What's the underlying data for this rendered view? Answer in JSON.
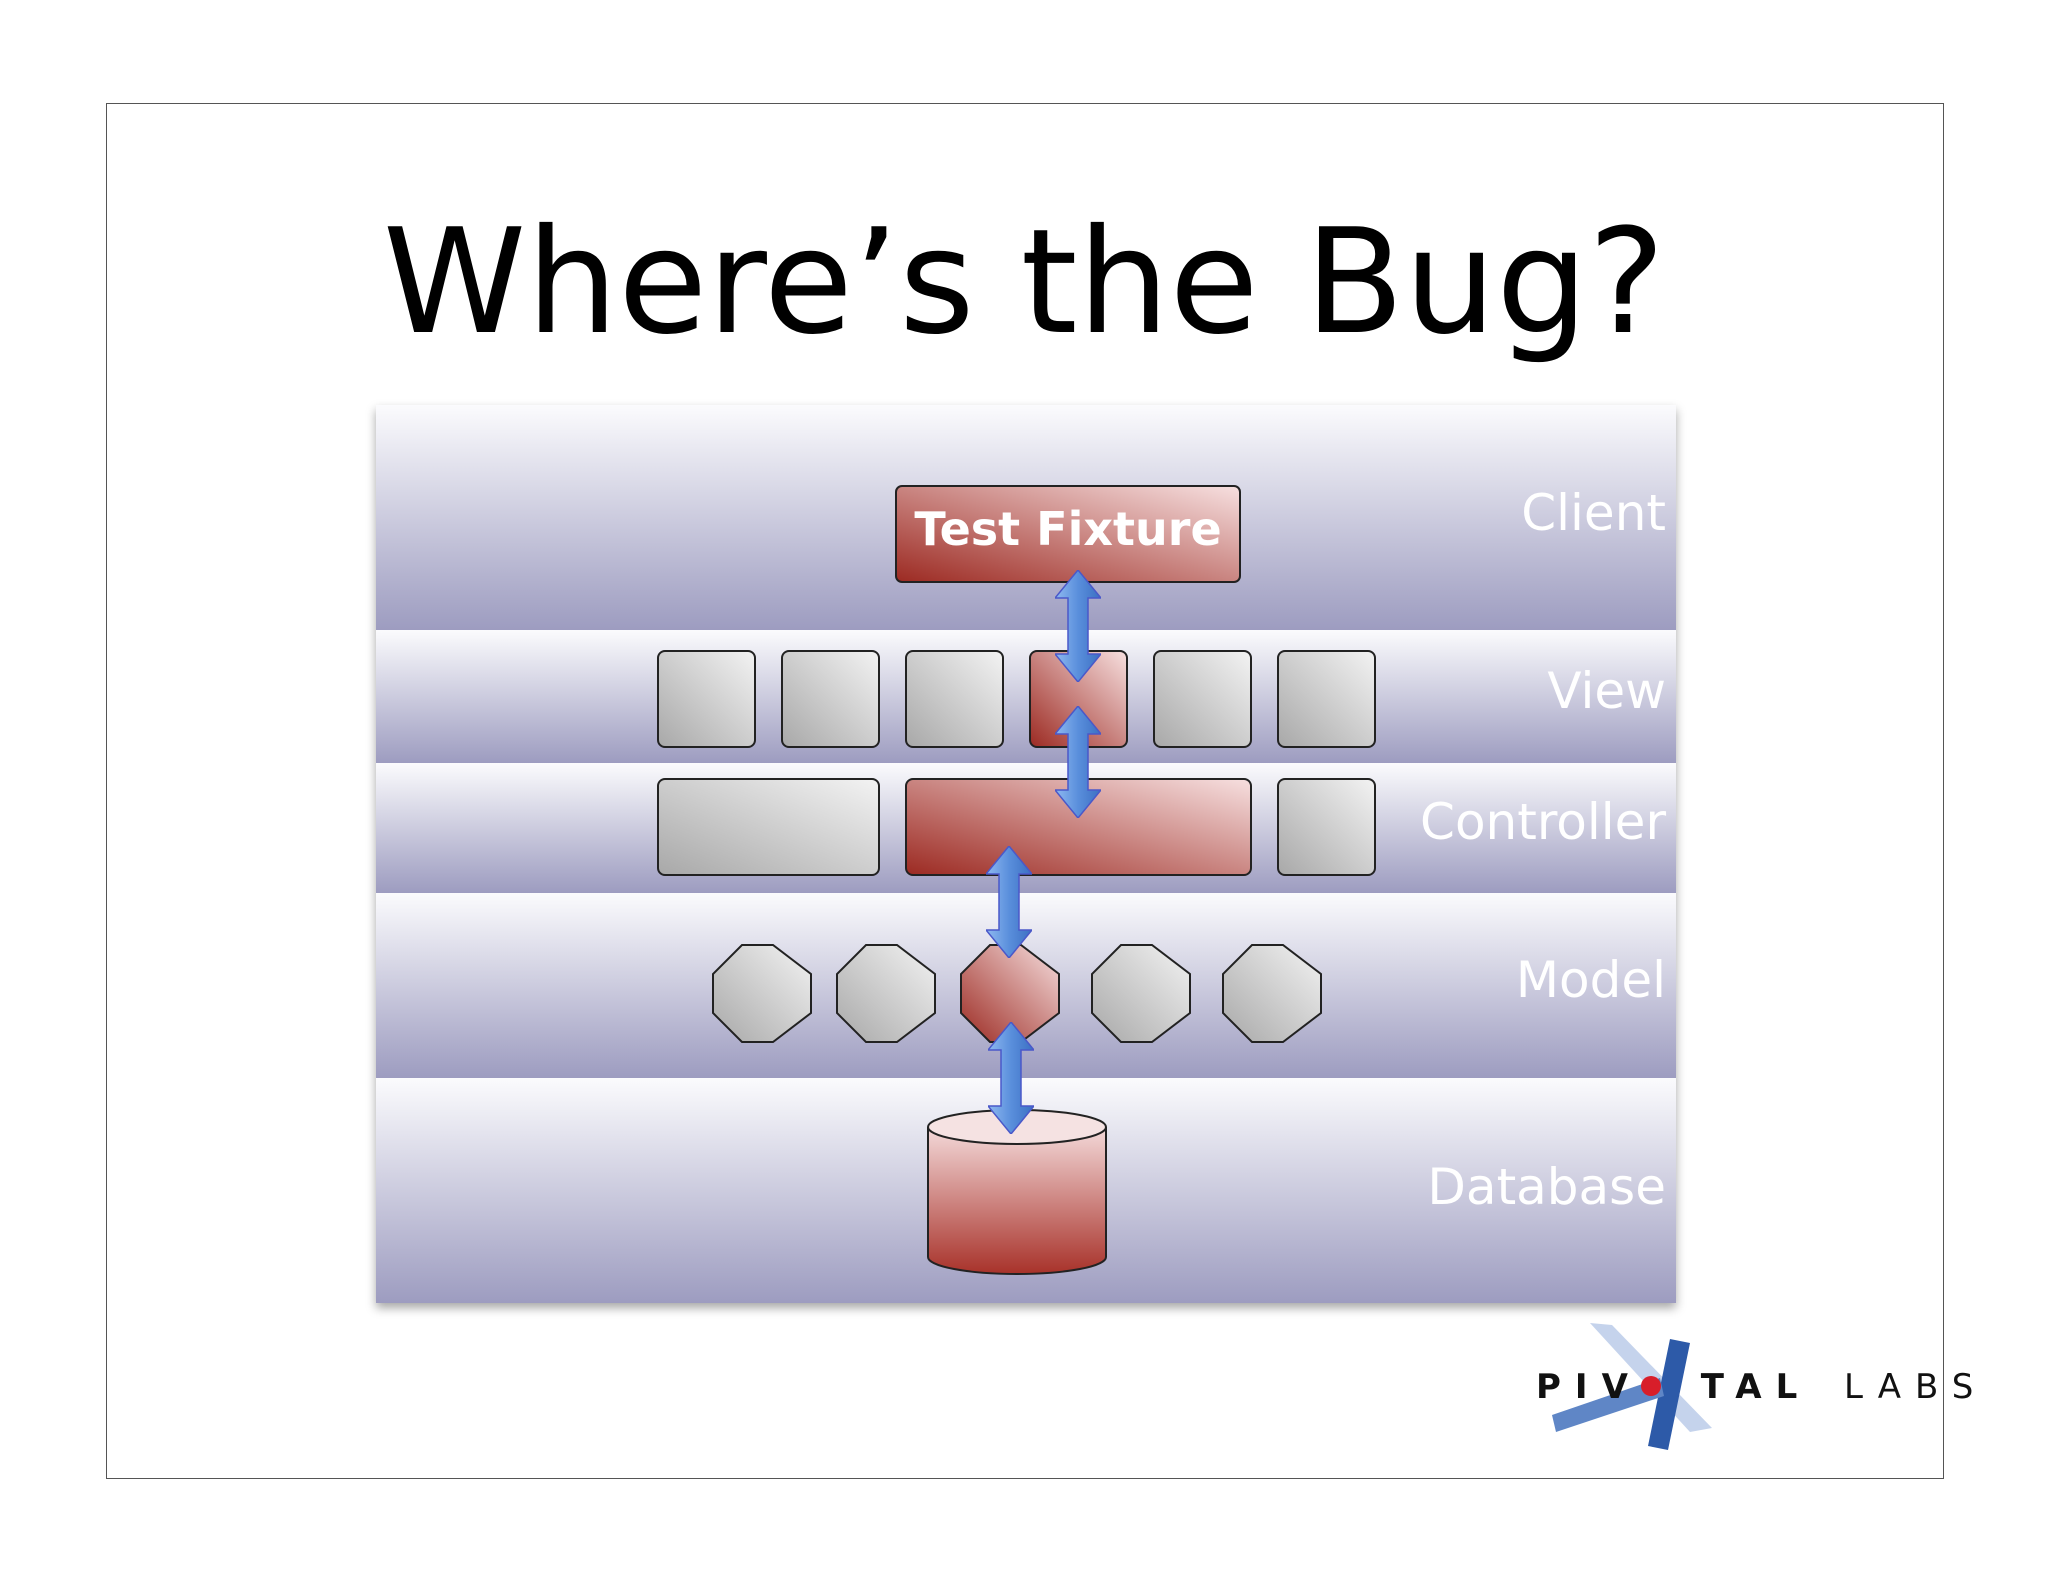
{
  "slide": {
    "title": "Where’s the Bug?"
  },
  "diagram": {
    "layers": [
      {
        "id": "client",
        "label": "Client"
      },
      {
        "id": "view",
        "label": "View"
      },
      {
        "id": "controller",
        "label": "Controller"
      },
      {
        "id": "model",
        "label": "Model"
      },
      {
        "id": "database",
        "label": "Database"
      }
    ],
    "test_fixture_label": "Test Fixture",
    "colors": {
      "layer_light": "#fbfbfd",
      "layer_dark": "#9d9cc0",
      "highlight_dark": "#9c2a22",
      "highlight_light": "#f6dcdc",
      "neutral_dark": "#a9a9a9",
      "neutral_light": "#f2f2f2",
      "arrow": "#5b8ed9"
    }
  },
  "logo": {
    "bold_part_1": "PIV",
    "bold_part_2": "TAL",
    "light_part": "LABS"
  }
}
